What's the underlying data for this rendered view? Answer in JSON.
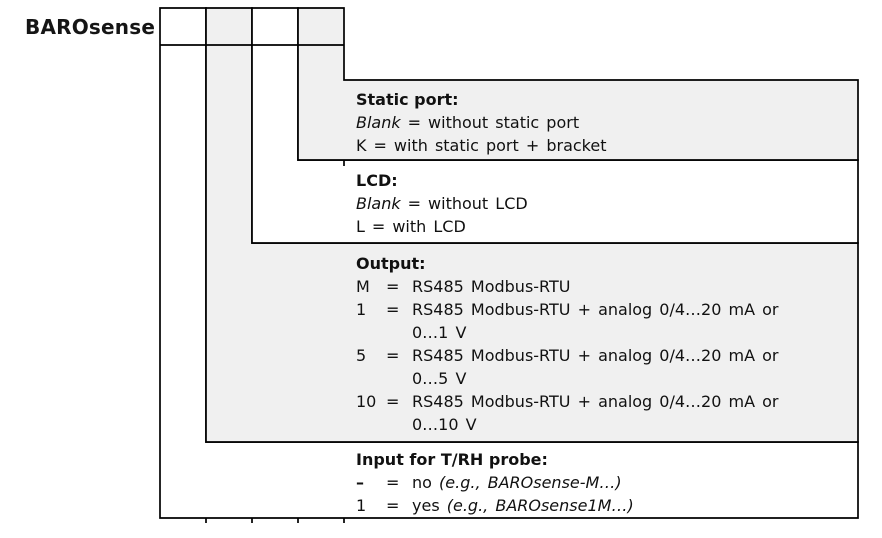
{
  "title": "BAROsense",
  "colors": {
    "shade": "#f0f0f0",
    "line": "#000000",
    "background": "#ffffff",
    "text": "#111111"
  },
  "order_code": {
    "positions": 4,
    "cells": [
      "",
      "",
      "",
      ""
    ]
  },
  "sections": {
    "static_port": {
      "heading": "Static port:",
      "rows": [
        {
          "code": "Blank",
          "eq": "=",
          "desc": "without static port"
        },
        {
          "code": "K",
          "eq": "=",
          "desc": "with static port + bracket"
        }
      ]
    },
    "lcd": {
      "heading": "LCD:",
      "rows": [
        {
          "code": "Blank",
          "eq": "=",
          "desc": "without LCD"
        },
        {
          "code": "L",
          "eq": "=",
          "desc": "with LCD"
        }
      ]
    },
    "output": {
      "heading": "Output:",
      "rows": [
        {
          "code": "M",
          "eq": "=",
          "desc": "RS485 Modbus-RTU"
        },
        {
          "code": "1",
          "eq": "=",
          "desc": "RS485 Modbus-RTU + analog 0/4…20 mA or\n0…1 V"
        },
        {
          "code": "5",
          "eq": "=",
          "desc": "RS485 Modbus-RTU + analog 0/4…20 mA or\n0…5 V"
        },
        {
          "code": "10",
          "eq": "=",
          "desc": "RS485 Modbus-RTU + analog 0/4…20 mA or\n0…10 V"
        }
      ]
    },
    "input_trh": {
      "heading": "Input for T/RH probe:",
      "rows": [
        {
          "code": "–",
          "eq": "=",
          "desc": "no",
          "example": "(e.g., BAROsense-M…)"
        },
        {
          "code": "1",
          "eq": "=",
          "desc": "yes",
          "example": "(e.g., BAROsense1M…)"
        }
      ]
    }
  }
}
